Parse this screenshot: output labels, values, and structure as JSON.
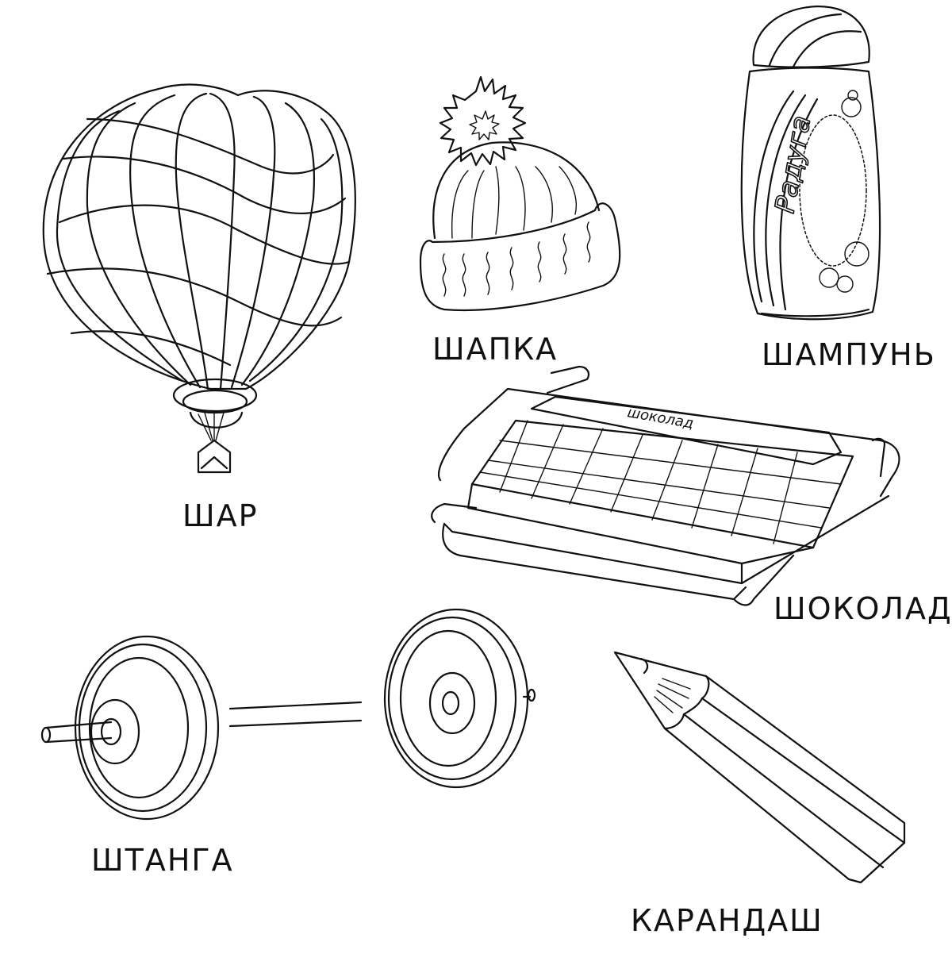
{
  "worksheet": {
    "items": [
      {
        "id": "balloon",
        "label": "ШАР",
        "icon": "hot-air-balloon-icon"
      },
      {
        "id": "hat",
        "label": "ШАПКА",
        "icon": "knit-hat-icon"
      },
      {
        "id": "shampoo",
        "label": "ШАМПУНЬ",
        "icon": "shampoo-bottle-icon",
        "bottle_text": "Радуга"
      },
      {
        "id": "chocolate",
        "label": "ШОКОЛАД",
        "icon": "chocolate-bar-icon",
        "wrapper_text": "шоколад"
      },
      {
        "id": "barbell",
        "label": "ШТАНГА",
        "icon": "barbell-icon"
      },
      {
        "id": "pencil",
        "label": "КАРАНДАШ",
        "icon": "pencil-icon"
      }
    ]
  }
}
